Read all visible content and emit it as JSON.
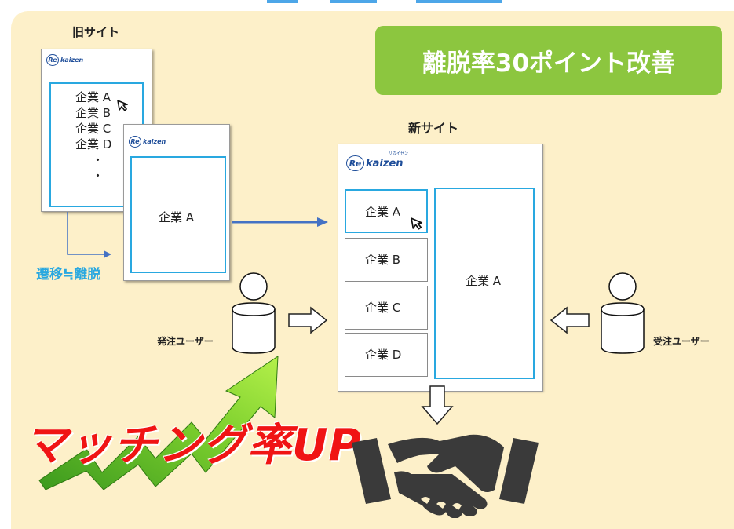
{
  "old_site": {
    "title": "旧サイト",
    "logo_re": "Re",
    "logo_text": "kaizen",
    "list": [
      "企業 A",
      "企業 B",
      "企業 C",
      "企業 D",
      "・",
      "・"
    ],
    "detail": "企業 A"
  },
  "transition_label": "遷移≒離脱",
  "banner": "離脱率30ポイント改善",
  "new_site": {
    "title": "新サイト",
    "logo_re": "Re",
    "logo_text": "kaizen",
    "logo_ruby": "リカイゼン",
    "list": [
      "企業 A",
      "企業 B",
      "企業 C",
      "企業 D"
    ],
    "detail": "企業 A"
  },
  "order_user": "発注ユーザー",
  "receive_user": "受注ユーザー",
  "matching": "マッチング率UP",
  "colors": {
    "background": "#fdf0c9",
    "banner": "#8cc63f",
    "accent_blue": "#29a8e0",
    "arrow_blue": "#4472c4",
    "matching_red": "#f01414",
    "handshake": "#3a3a3a"
  }
}
